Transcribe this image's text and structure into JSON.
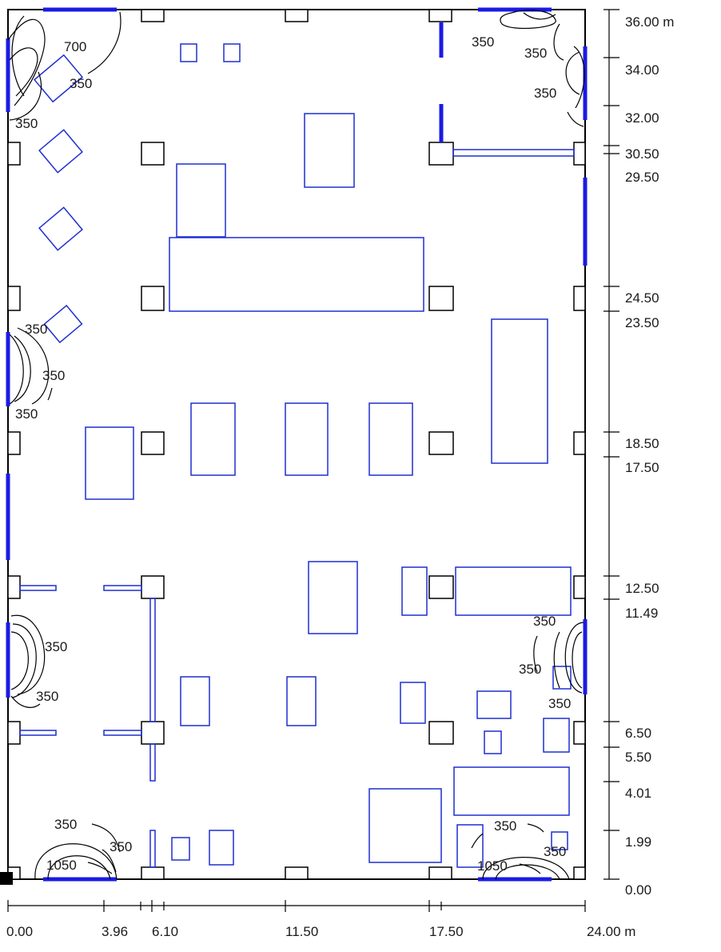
{
  "plan": {
    "y_axis": {
      "unit_label": "36.00 m",
      "ticks": [
        "36.00 m",
        "34.00",
        "32.00",
        "30.50",
        "29.50",
        "24.50",
        "23.50",
        "18.50",
        "17.50",
        "12.50",
        "11.49",
        "6.50",
        "5.50",
        "4.01",
        "1.99",
        "0.00"
      ]
    },
    "x_axis": {
      "ticks": [
        "0.00",
        "3.96",
        "6.10",
        "11.50",
        "17.50",
        "24.00 m"
      ]
    },
    "contour_labels": [
      "700",
      "350",
      "350",
      "350",
      "350",
      "350",
      "350",
      "350",
      "350",
      "350",
      "350",
      "350",
      "350",
      "350",
      "350",
      "1050",
      "350",
      "350",
      "1050",
      "350"
    ]
  },
  "colors": {
    "luminaire": "#1f2fd1",
    "wall": "#000000",
    "background": "#ffffff"
  }
}
